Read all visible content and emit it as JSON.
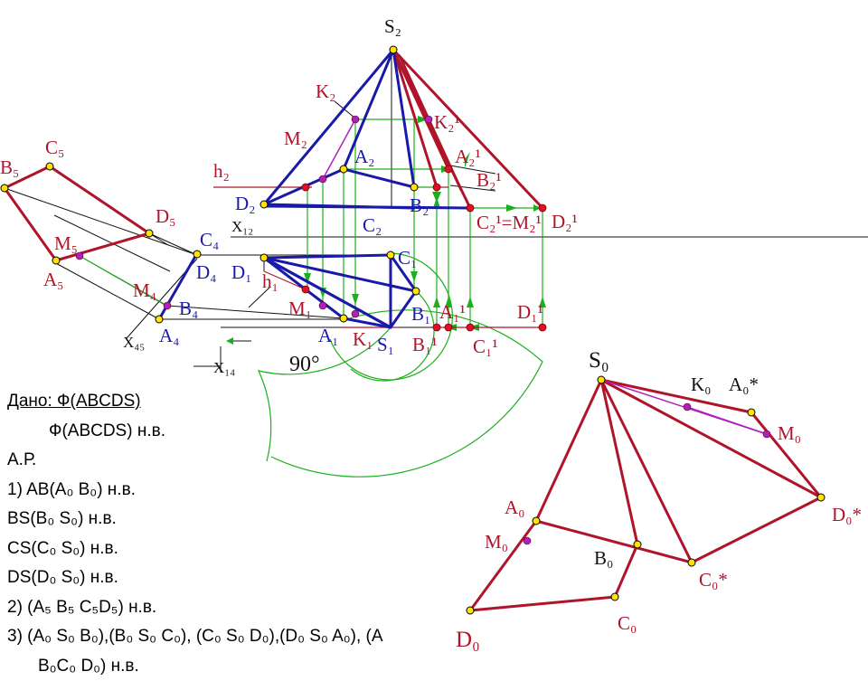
{
  "labels": {
    "S2": "S₂",
    "K2": "K₂",
    "K2p": "K₂¹",
    "M2": "M₂",
    "A2": "A₂",
    "A2p": "A₂¹",
    "h2": "h₂",
    "B2p": "B₂¹",
    "D2": "D₂",
    "B2": "B₂",
    "X12": "X₁₂",
    "C2": "C₂",
    "C2M2p": "C₂¹=M₂¹",
    "D2p": "D₂¹",
    "B5": "B₅",
    "C5": "C₅",
    "D5": "D₅",
    "M5": "M₅",
    "A5": "A₅",
    "C4": "C₄",
    "D4": "D₄",
    "M4": "M₄",
    "B4": "B₄",
    "A4": "A₄",
    "X45": "X₄₅",
    "D1": "D₁",
    "C1": "C₁",
    "h1": "h₁",
    "M1": "M₁",
    "B1": "B₁",
    "A1p": "A₁¹",
    "D1p": "D₁¹",
    "A1": "A₁",
    "K1": "K₁",
    "S1": "S₁",
    "B1p": "B₁¹",
    "C1p": "C₁¹",
    "X14": "X₁₄",
    "angle": "90°",
    "S0": "S₀",
    "K0": "K₀",
    "A0s": "A₀*",
    "M0r": "M₀",
    "D0s": "D₀*",
    "A0": "A₀",
    "M0l": "M₀",
    "B0": "B₀",
    "C0s": "C₀*",
    "D0": "D₀",
    "C0": "C₀"
  },
  "notes": {
    "given": "Дано: Ф(ABCDS)",
    "find": "Ф(ABCDS) н.в.",
    "ap": "А.Р.",
    "step1": "1) AB(A₀ B₀) н.в.",
    "bs": "BS(B₀ S₀) н.в.",
    "cs": "CS(C₀ S₀) н.в.",
    "ds": "DS(D₀ S₀) н.в.",
    "step2": "2) (A₅ B₅ C₅D₅) н.в.",
    "step3": "3) (A₀ S₀ B₀),(B₀ S₀ C₀), (C₀ S₀ D₀),(D₀ S₀ A₀), (A",
    "step3b": "B₀C₀ D₀) н.в."
  },
  "colors": {
    "red": "#b0142a",
    "blue": "#1a1aa8",
    "green": "#1bb01b",
    "magenta": "#b020c0",
    "yellow": "#ffe400"
  }
}
